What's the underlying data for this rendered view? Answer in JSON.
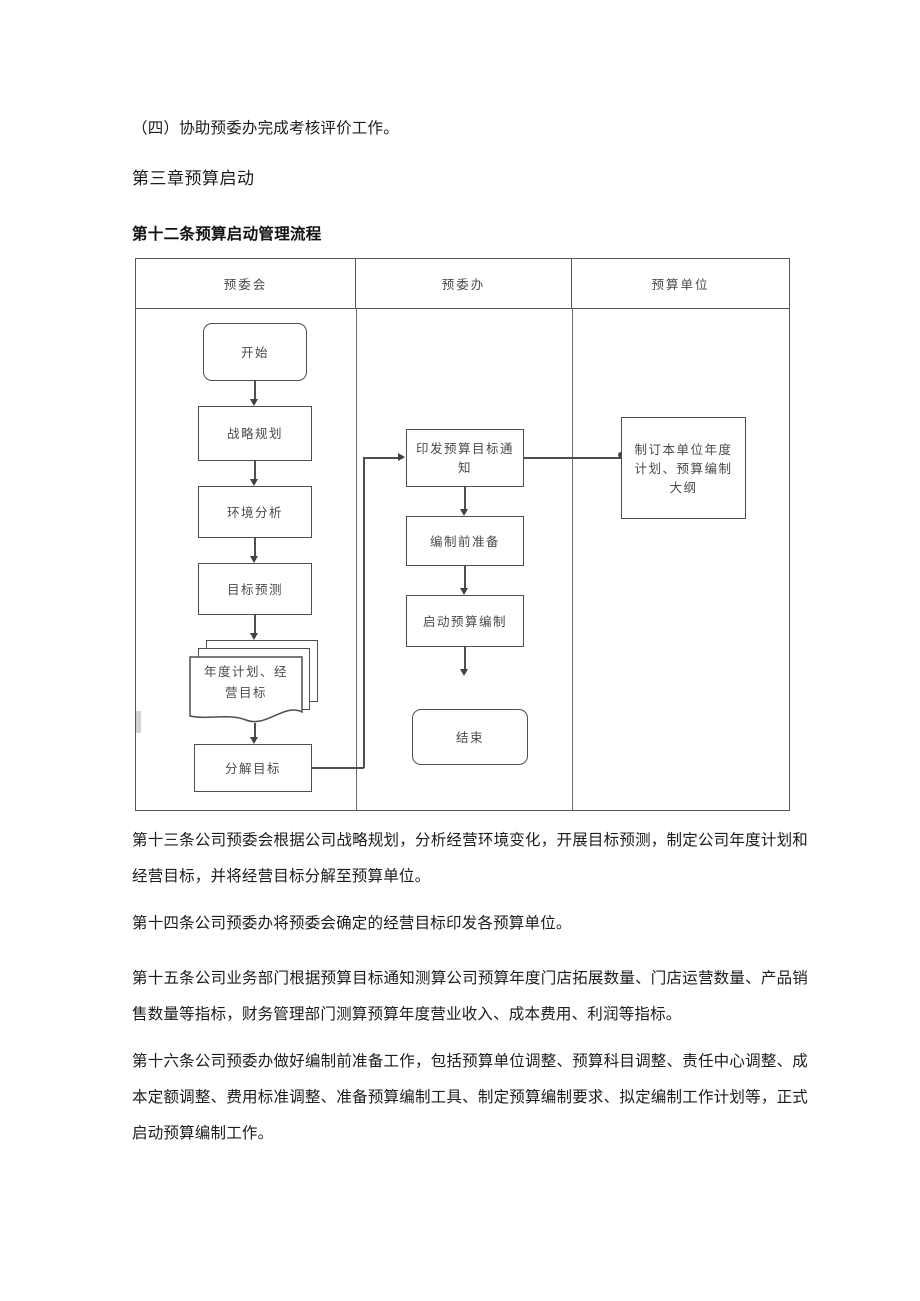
{
  "document": {
    "list_item": "（四）协助预委办完成考核评价工作。",
    "chapter_title": "第三章预算启动",
    "section_title": "第十二条预算启动管理流程",
    "paragraphs": [
      "第十三条公司预委会根据公司战略规划，分析经营环境变化，开展目标预测，制定公司年度计划和经营目标，并将经营目标分解至预算单位。",
      "第十四条公司预委办将预委会确定的经营目标印发各预算单位。",
      "第十五条公司业务部门根据预算目标通知测算公司预算年度门店拓展数量、门店运营数量、产品销售数量等指标，财务管理部门测算预算年度营业收入、成本费用、利润等指标。",
      "第十六条公司预委办做好编制前准备工作，包括预算单位调整、预算科目调整、责任中心调整、成本定额调整、费用标准调整、准备预算编制工具、制定预算编制要求、拟定编制工作计划等，正式启动预算编制工作。"
    ]
  },
  "flowchart": {
    "columns": [
      {
        "header": "预委会"
      },
      {
        "header": "预委办"
      },
      {
        "header": "预算单位"
      }
    ],
    "nodes": {
      "start": "开始",
      "strategy": "战略规划",
      "environment": "环境分析",
      "forecast": "目标预测",
      "annual_plan_docs": "年度计划、经营目标",
      "decompose": "分解目标",
      "issue_notice": "印发预算目标通知",
      "pre_preparation": "编制前准备",
      "launch_budget": "启动预算编制",
      "end": "结束",
      "unit_plan": "制订本单位年度计划、预算编制大纲"
    },
    "colors": {
      "border": "#4c4e51",
      "text": "#4a4a4a",
      "table_border": "#55575a"
    }
  }
}
